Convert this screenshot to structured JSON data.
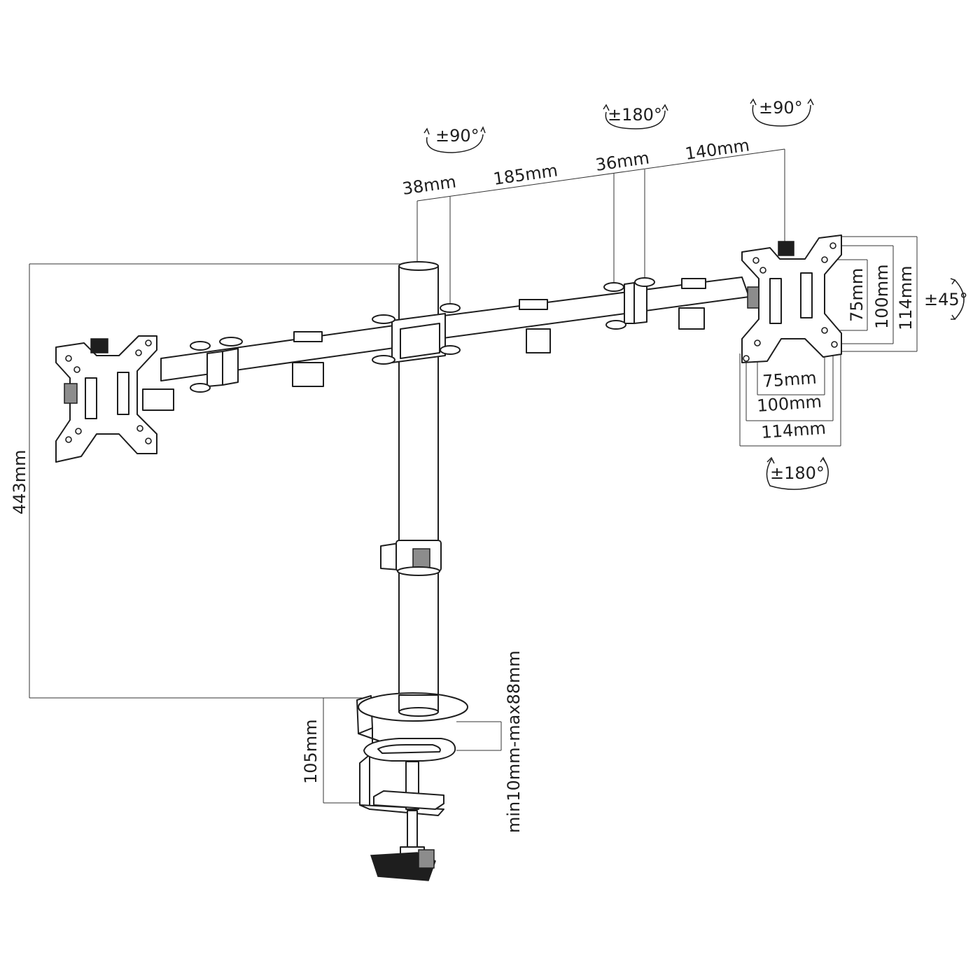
{
  "colors": {
    "line": "#1e1e1e",
    "background": "#ffffff",
    "accent_gray": "#8c8c8c"
  },
  "rotation_labels": {
    "pole_swivel": "±90°",
    "arm_joint_swivel": "±180°",
    "head_swivel": "±90°",
    "head_tilt": "±45°",
    "head_rotate": "±180°"
  },
  "arm_dimensions": {
    "pole_offset": "38mm",
    "first_arm": "185mm",
    "joint": "36mm",
    "second_arm": "140mm"
  },
  "vesa_dimensions": {
    "horizontal": [
      "75mm",
      "100mm",
      "114mm"
    ],
    "vertical": [
      "75mm",
      "100mm",
      "114mm"
    ]
  },
  "height_dimension": "443mm",
  "clamp_dimensions": {
    "clamp_height": "105mm",
    "desk_thickness_range": "min10mm-max88mm"
  }
}
